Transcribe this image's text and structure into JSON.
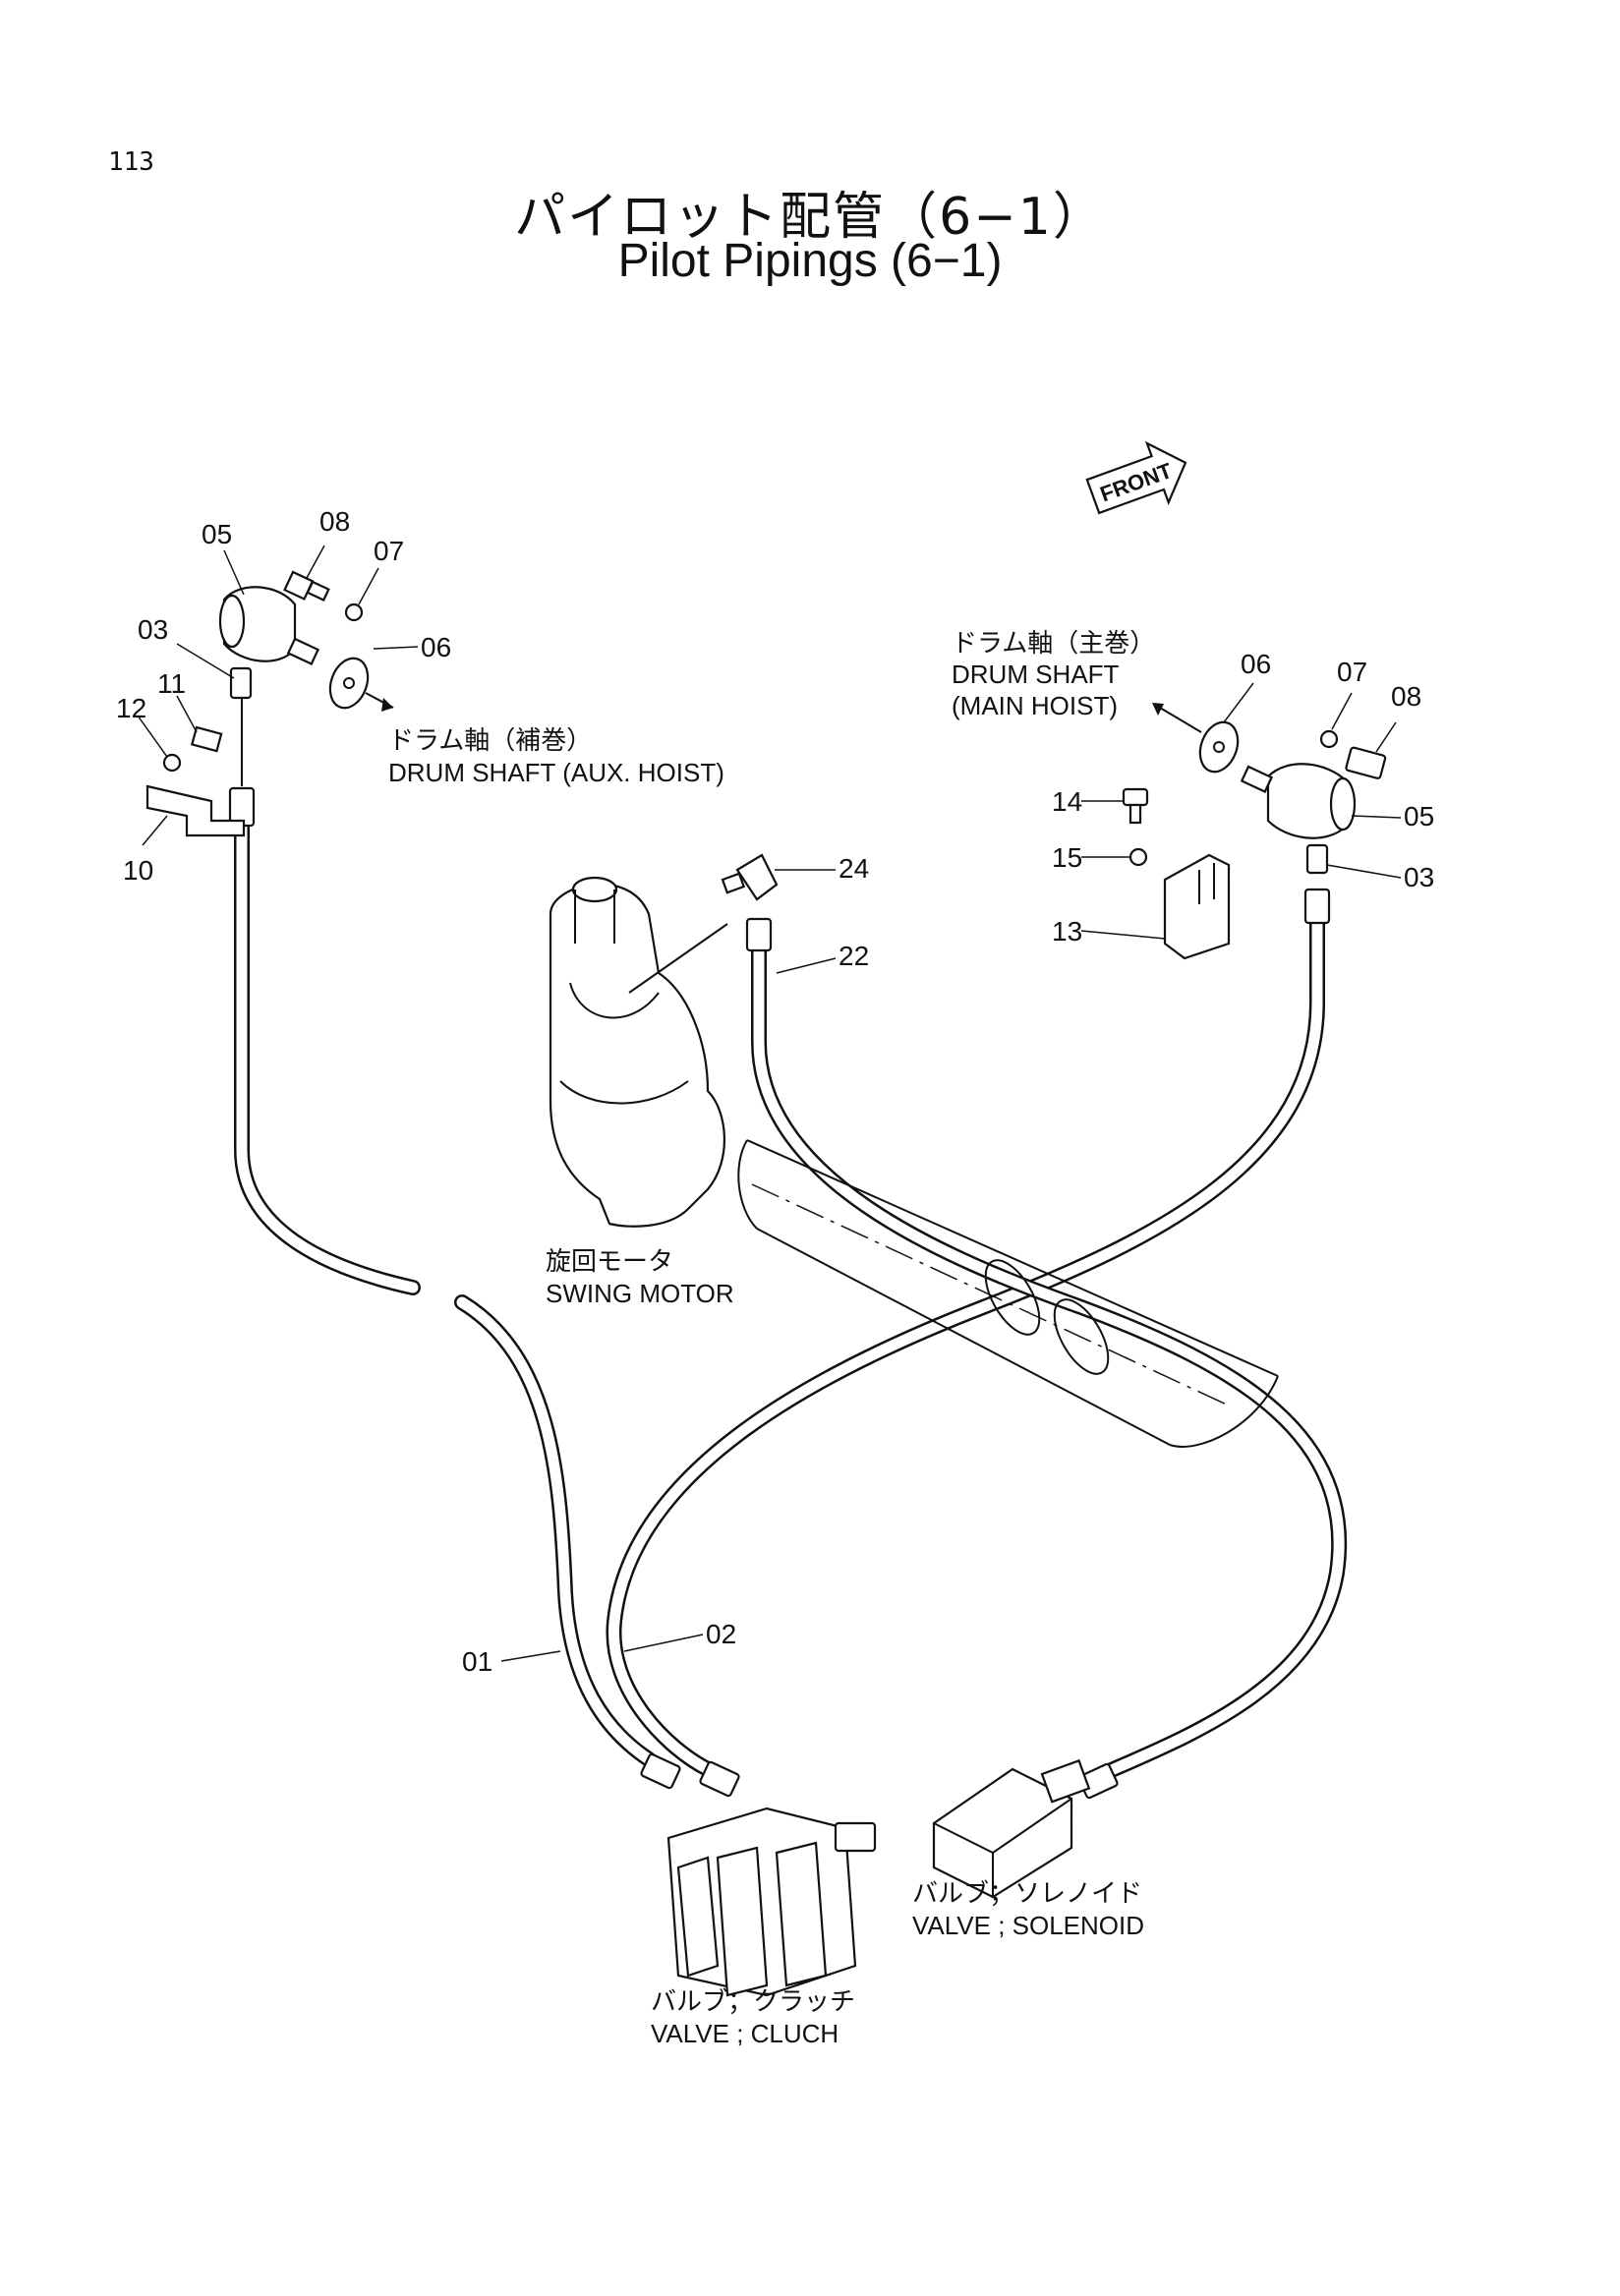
{
  "page_number": "113",
  "title_jp": "パイロット配管（6−1）",
  "title_en": "Pilot Pipings (6−1)",
  "front_badge": "FRONT",
  "labels": {
    "aux_drum_jp": "ドラム軸（補巻）",
    "aux_drum_en": "DRUM SHAFT (AUX. HOIST)",
    "main_drum_jp": "ドラム軸（主巻）",
    "main_drum_en1": "DRUM SHAFT",
    "main_drum_en2": "(MAIN HOIST)",
    "swing_motor_jp": "旋回モータ",
    "swing_motor_en": "SWING MOTOR",
    "solenoid_jp": "バルブ；ソレノイド",
    "solenoid_en": "VALVE ; SOLENOID",
    "clutch_jp": "バルブ；クラッチ",
    "clutch_en": "VALVE ; CLUCH"
  },
  "callouts": {
    "left_05": "05",
    "left_08": "08",
    "left_07": "07",
    "left_03": "03",
    "left_06": "06",
    "left_11": "11",
    "left_12": "12",
    "left_10": "10",
    "right_06": "06",
    "right_07": "07",
    "right_08": "08",
    "right_14": "14",
    "right_05": "05",
    "right_15": "15",
    "right_03": "03",
    "right_13": "13",
    "c24": "24",
    "c22": "22",
    "c01": "01",
    "c02": "02"
  }
}
